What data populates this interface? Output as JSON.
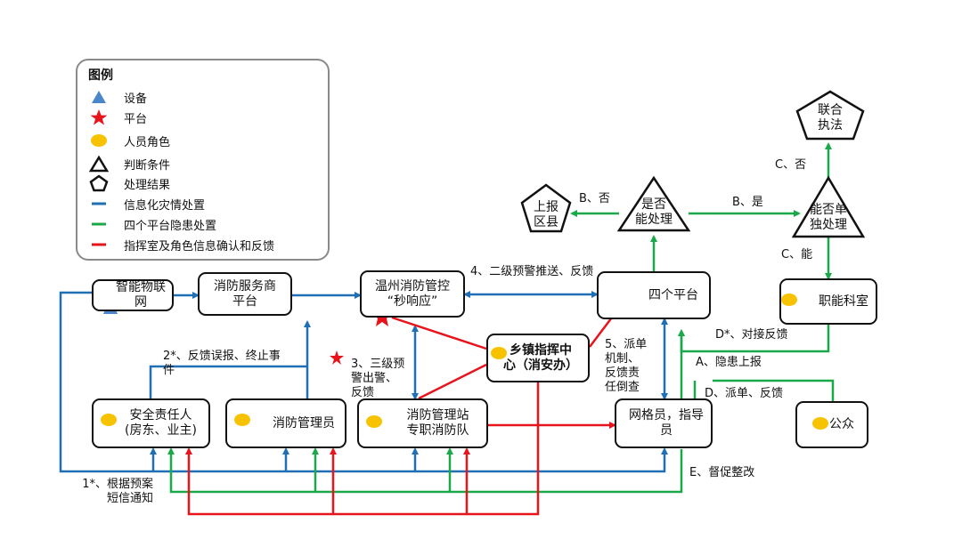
{
  "legend": {
    "title": "图例",
    "items": [
      {
        "symbol": "triangle-device-icon",
        "label": "设备",
        "color": "#4a86c8"
      },
      {
        "symbol": "star-icon",
        "label": "平台",
        "color": "#e8141c"
      },
      {
        "symbol": "circle-icon",
        "label": "人员角色",
        "color": "#f7c300"
      },
      {
        "symbol": "triangle-outline-icon",
        "label": "判断条件",
        "color": "#111111"
      },
      {
        "symbol": "pentagon-outline-icon",
        "label": "处理结果",
        "color": "#111111"
      },
      {
        "symbol": "line-blue-icon",
        "label": "信息化灾情处置",
        "color": "#1f6fb4"
      },
      {
        "symbol": "line-green-icon",
        "label": "四个平台隐患处置",
        "color": "#1aa84a"
      },
      {
        "symbol": "line-red-icon",
        "label": "指挥室及角色信息确认和反馈",
        "color": "#e8141c"
      }
    ]
  },
  "colors": {
    "blue": "#1f6fb4",
    "green": "#1aa84a",
    "red": "#e8141c",
    "yellow": "#f7c300"
  },
  "nodes": {
    "iot": "智能物联\n网",
    "service_platform": "消防服务商\n平台",
    "wenzhou": "温州消防管控\n“秒响应”",
    "four_platforms": "四个平台",
    "township": "乡镇指挥中\n心（消安办）",
    "functional_dept": "职能科室",
    "safety_owner": "安全责任人\n(房东、业主)",
    "fire_admin": "消防管理员",
    "fire_station": "消防管理站\n专职消防队",
    "grid_staff": "网格员，指导\n员",
    "public": "公众"
  },
  "decisions": {
    "is_handle": "是否\n能处理",
    "can_alone": "能否单\n独处理"
  },
  "results": {
    "report_county": "上报\n区县",
    "joint_law": "联合\n执法"
  },
  "edge_labels": {
    "b_no": "B、否",
    "b_yes": "B、是",
    "c_no": "C、否",
    "c_yes": "C、能",
    "level2": "4、二级预警推送、反馈",
    "d_star": "D*、对接反馈",
    "a_report": "A、隐患上报",
    "d_dispatch": "D、派单、反馈",
    "level3": "3、三级预\n警出警、\n反馈",
    "feedback_false": "2*、反馈误报、终止事\n件",
    "dispatch_mech": "5、派单\n机制、\n反馈责\n任倒查",
    "sms_notify": "1*、根据预案\n短信通知",
    "e_supervise": "E、督促整改"
  }
}
